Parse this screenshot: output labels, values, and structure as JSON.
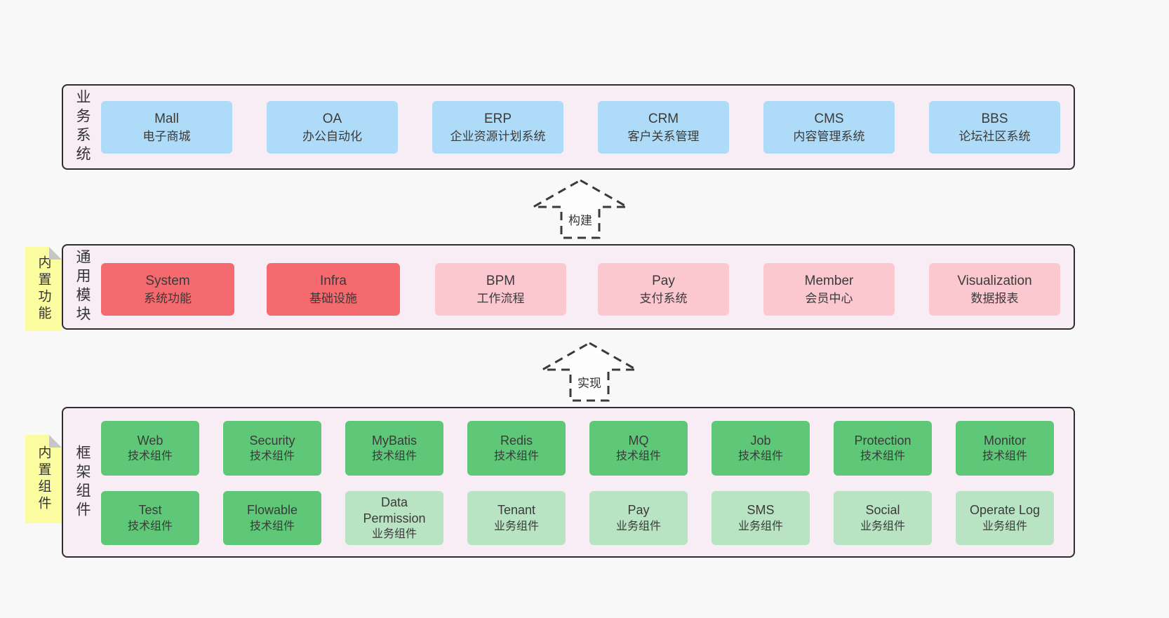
{
  "palette": {
    "page_bg": "#f8f8f8",
    "band_fill": "#f8edf5",
    "band_border": "#2e2e2e",
    "blue": "#aedcf8",
    "red": "#f56a6e",
    "pink": "#fcc8d0",
    "green": "#5fc878",
    "green_light": "#b9e4c3",
    "note_yellow": "#fbfba0",
    "text": "#3a3a3a"
  },
  "arrows": [
    {
      "label": "构建"
    },
    {
      "label": "实现"
    }
  ],
  "bands": [
    {
      "label": "业务系统",
      "boxes": [
        {
          "title": "Mall",
          "subtitle": "电子商城"
        },
        {
          "title": "OA",
          "subtitle": "办公自动化"
        },
        {
          "title": "ERP",
          "subtitle": "企业资源计划系统"
        },
        {
          "title": "CRM",
          "subtitle": "客户关系管理"
        },
        {
          "title": "CMS",
          "subtitle": "内容管理系统"
        },
        {
          "title": "BBS",
          "subtitle": "论坛社区系统"
        }
      ]
    },
    {
      "label": "通用模块",
      "note": "内置功能",
      "boxes": [
        {
          "title": "System",
          "subtitle": "系统功能"
        },
        {
          "title": "Infra",
          "subtitle": "基础设施"
        },
        {
          "title": "BPM",
          "subtitle": "工作流程"
        },
        {
          "title": "Pay",
          "subtitle": "支付系统"
        },
        {
          "title": "Member",
          "subtitle": "会员中心"
        },
        {
          "title": "Visualization",
          "subtitle": "数据报表"
        }
      ]
    },
    {
      "label": "框架组件",
      "note": "内置组件",
      "rows": [
        [
          {
            "title": "Web",
            "subtitle": "技术组件"
          },
          {
            "title": "Security",
            "subtitle": "技术组件"
          },
          {
            "title": "MyBatis",
            "subtitle": "技术组件"
          },
          {
            "title": "Redis",
            "subtitle": "技术组件"
          },
          {
            "title": "MQ",
            "subtitle": "技术组件"
          },
          {
            "title": "Job",
            "subtitle": "技术组件"
          },
          {
            "title": "Protection",
            "subtitle": "技术组件"
          },
          {
            "title": "Monitor",
            "subtitle": "技术组件"
          }
        ],
        [
          {
            "title": "Test",
            "subtitle": "技术组件"
          },
          {
            "title": "Flowable",
            "subtitle": "技术组件"
          },
          {
            "title": "Data Permission",
            "subtitle": "业务组件"
          },
          {
            "title": "Tenant",
            "subtitle": "业务组件"
          },
          {
            "title": "Pay",
            "subtitle": "业务组件"
          },
          {
            "title": "SMS",
            "subtitle": "业务组件"
          },
          {
            "title": "Social",
            "subtitle": "业务组件"
          },
          {
            "title": "Operate Log",
            "subtitle": "业务组件"
          }
        ]
      ]
    }
  ]
}
